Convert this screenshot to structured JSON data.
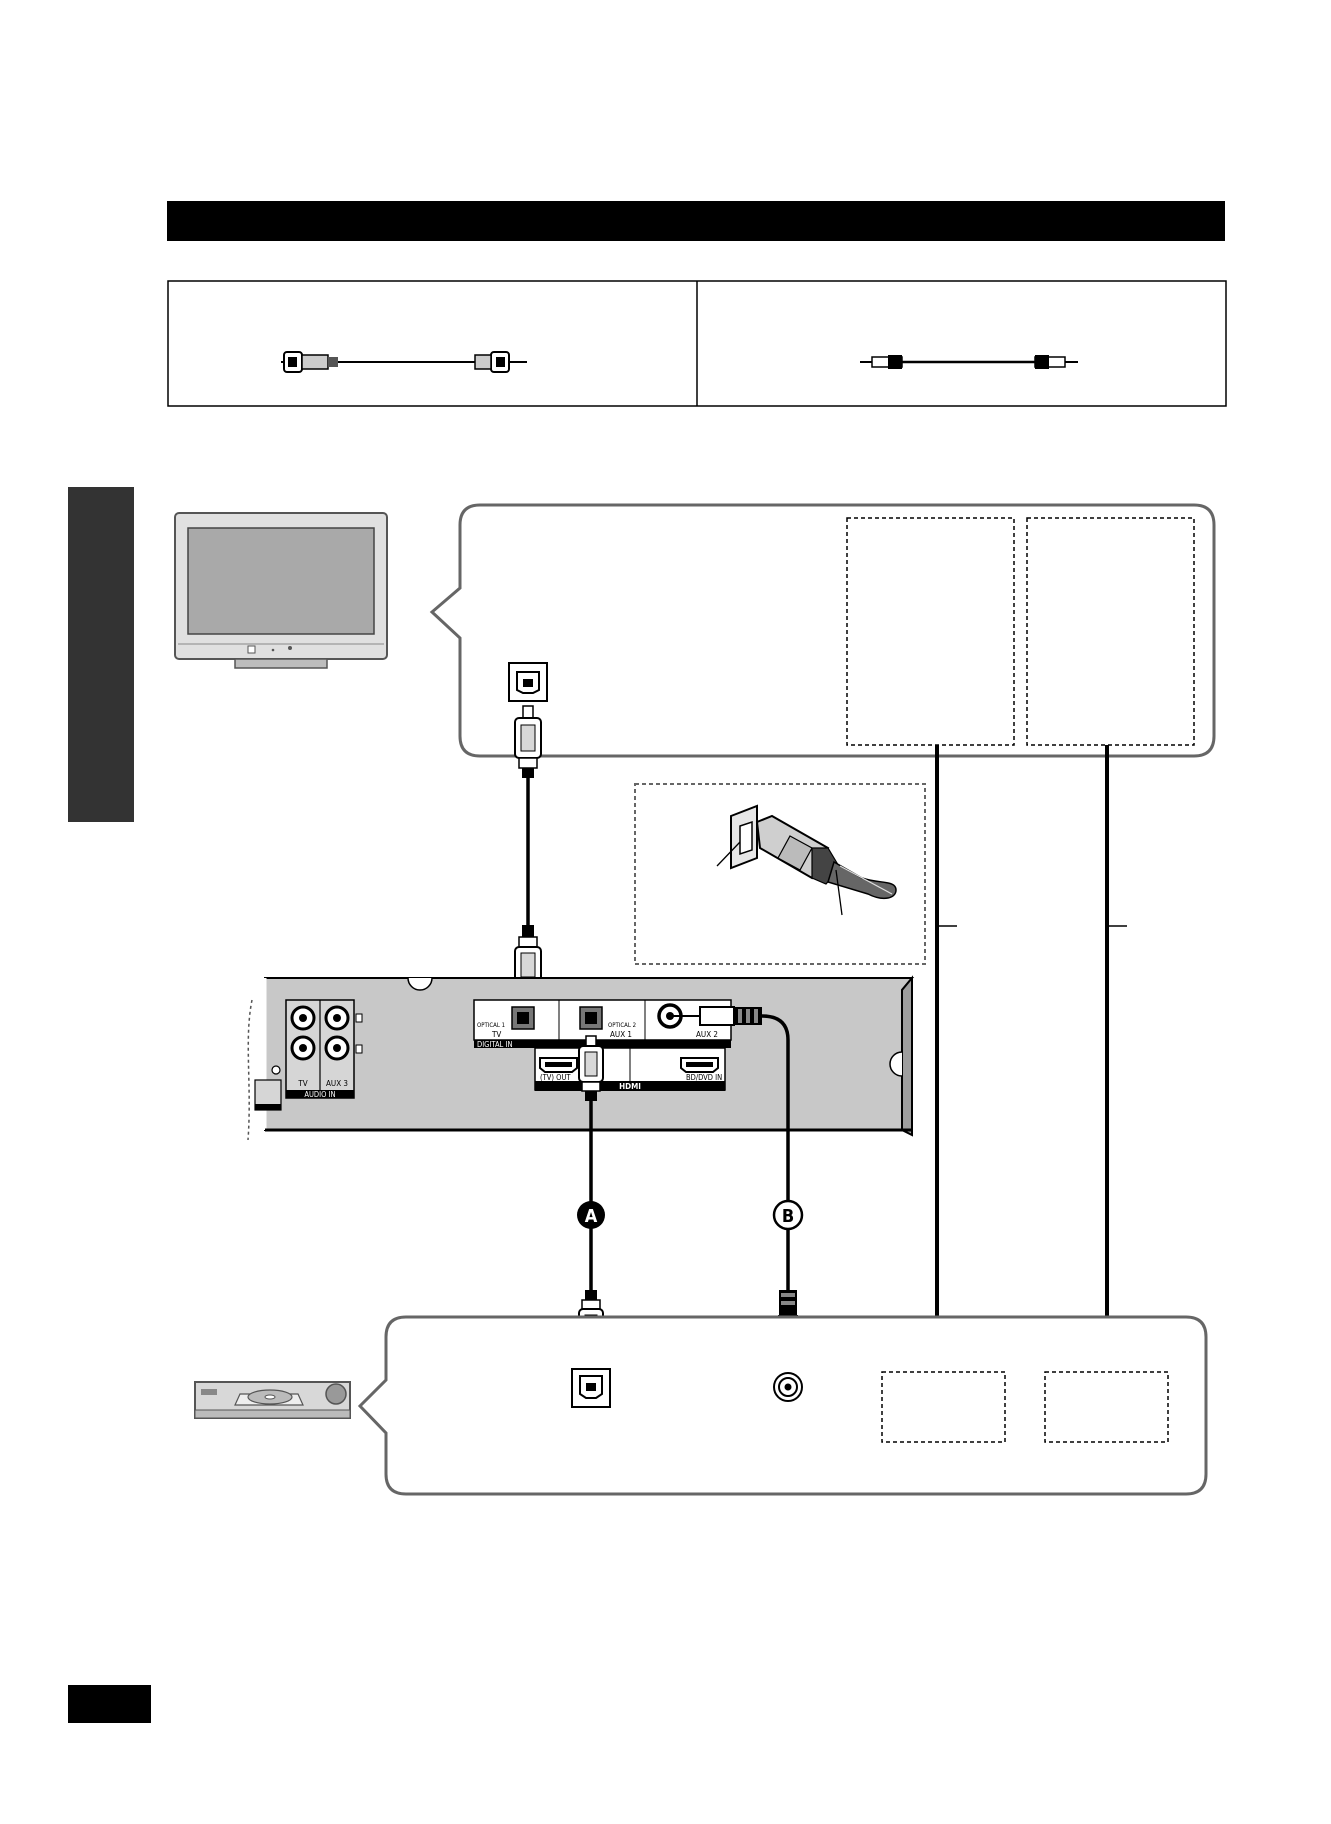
{
  "callouts": {
    "a": "A",
    "b": "B"
  },
  "receiver_panel": {
    "digital_in": {
      "group_label": "DIGITAL IN",
      "optical_1_label": "OPTICAL 1",
      "optical_1_name": "TV",
      "optical_2_label": "OPTICAL 2",
      "optical_2_name": "AUX 1",
      "coaxial_name": "AUX 2"
    },
    "hdmi": {
      "group_label": "HDMI",
      "tv_out_label": "(TV) OUT",
      "bd_dvd_in_label": "BD/DVD IN"
    },
    "audio_in": {
      "group_label": "AUDIO IN",
      "tv_label": "TV",
      "aux3_label": "AUX 3"
    }
  }
}
